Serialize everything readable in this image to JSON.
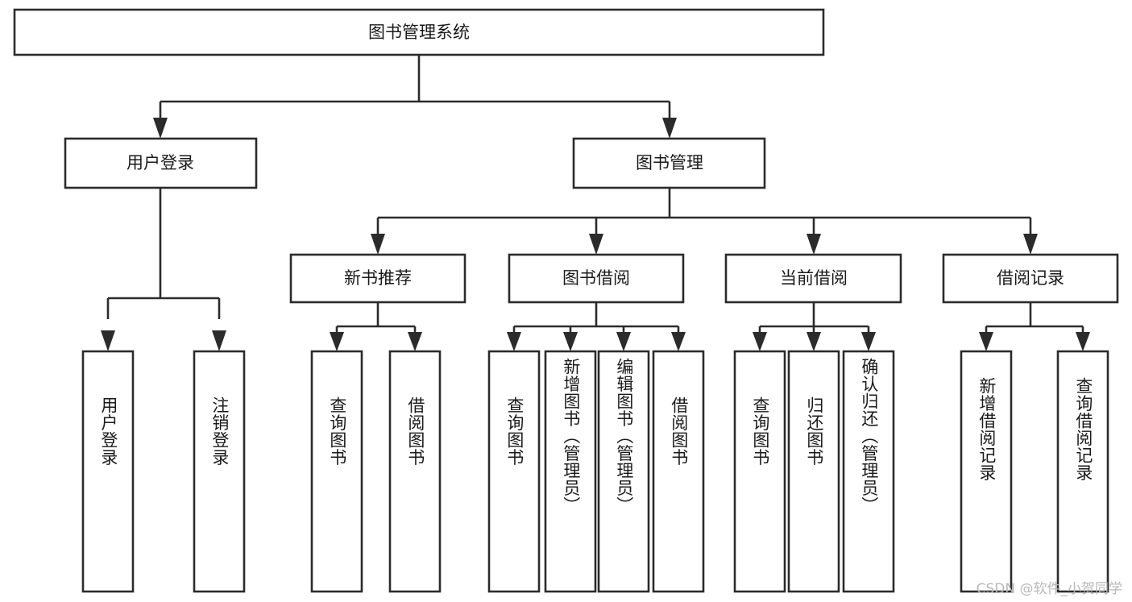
{
  "diagram": {
    "type": "hierarchy-tree",
    "title": "图书管理系统",
    "watermark": "CSDN @软件_小贺同学",
    "colors": {
      "stroke": "#2b2b2b",
      "fill": "#ffffff",
      "text": "#1a1a1a",
      "watermark": "#b8b8b8"
    },
    "root": {
      "label": "图书管理系统"
    },
    "level2": [
      {
        "label": "用户登录"
      },
      {
        "label": "图书管理"
      }
    ],
    "level3": [
      {
        "label": "新书推荐"
      },
      {
        "label": "图书借阅"
      },
      {
        "label": "当前借阅"
      },
      {
        "label": "借阅记录"
      }
    ],
    "leaves": {
      "user_login": [
        {
          "label": "用户登录"
        },
        {
          "label": "注销登录"
        }
      ],
      "new_book_recommend": [
        {
          "label": "查询图书"
        },
        {
          "label": "借阅图书"
        }
      ],
      "book_borrow": [
        {
          "label": "查询图书"
        },
        {
          "label": "新增图书（管理员）"
        },
        {
          "label": "编辑图书（管理员）"
        },
        {
          "label": "借阅图书"
        }
      ],
      "current_borrow": [
        {
          "label": "查询图书"
        },
        {
          "label": "归还图书"
        },
        {
          "label": "确认归还（管理员）"
        }
      ],
      "borrow_record": [
        {
          "label": "新增借阅记录"
        },
        {
          "label": "查询借阅记录"
        }
      ]
    }
  }
}
